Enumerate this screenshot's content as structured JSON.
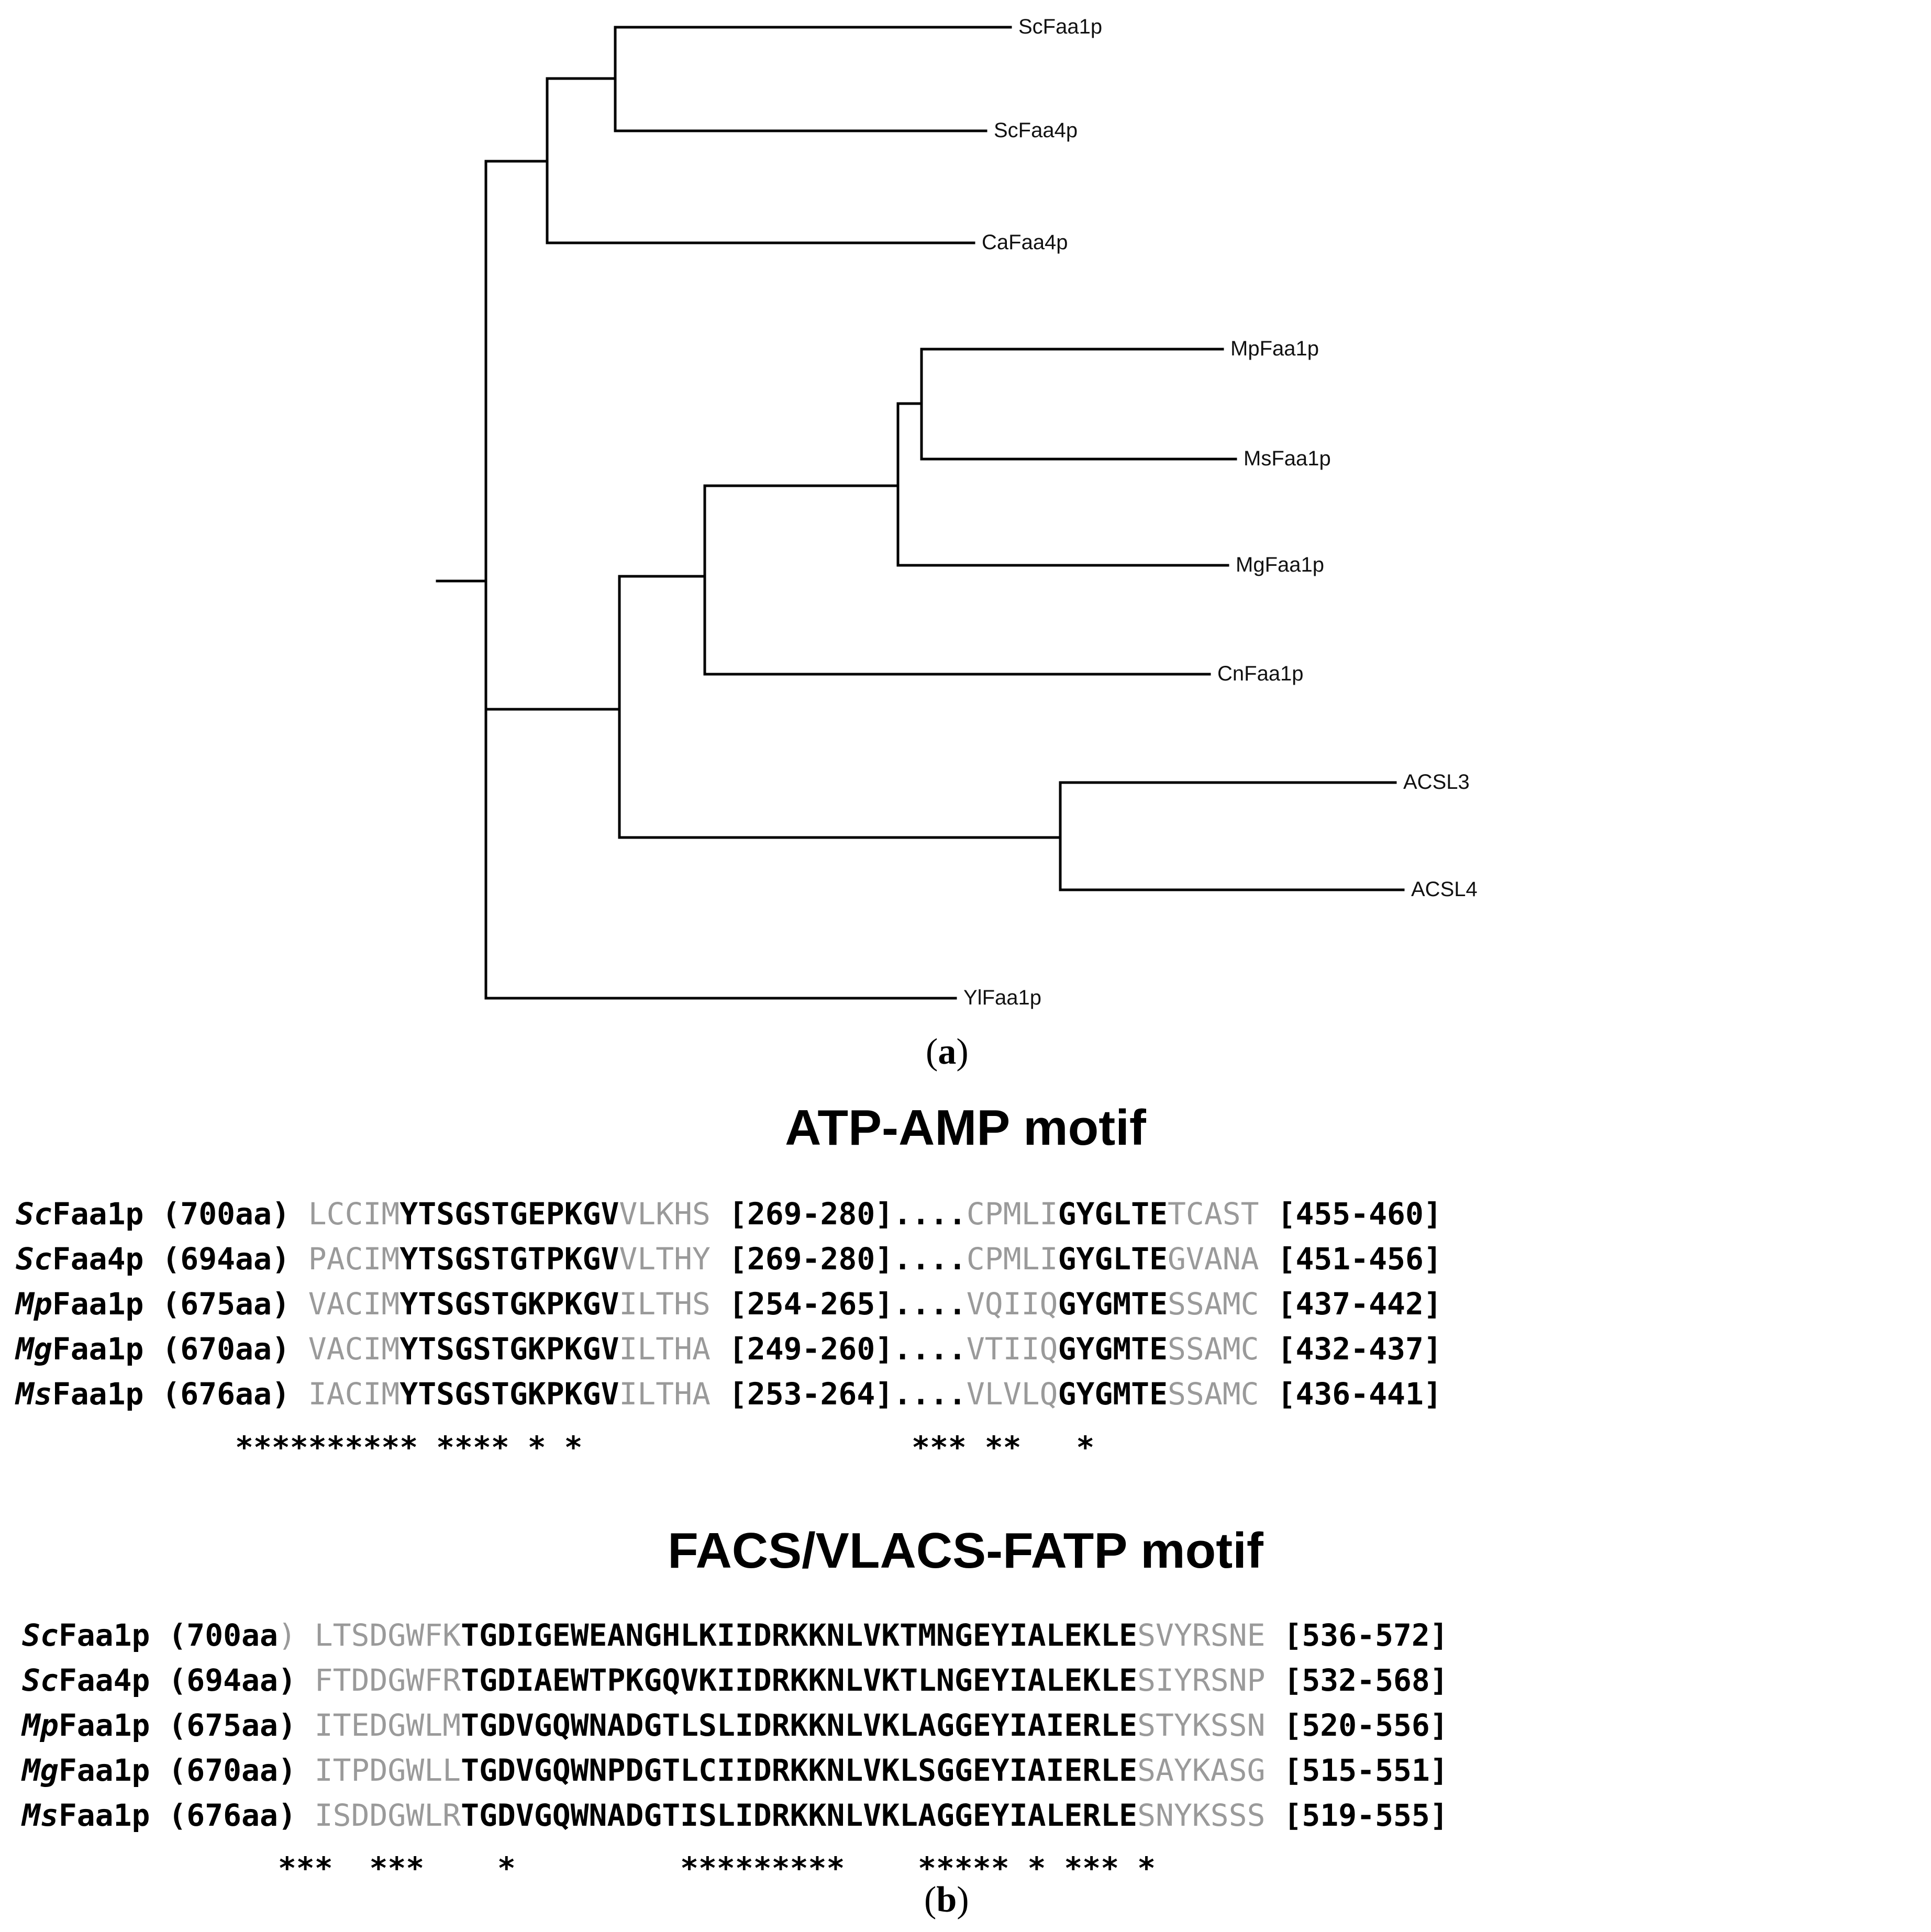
{
  "tree": {
    "leaves": [
      "ScFaa1p",
      "ScFaa4p",
      "CaFaa4p",
      "MpFaa1p",
      "MsFaa1p",
      "MgFaa1p",
      "CnFaa1p",
      "ACSL3",
      "ACSL4",
      "YlFaa1p"
    ]
  },
  "panel_a": {
    "open": "(",
    "letter": "a",
    "close": ")"
  },
  "panel_b": {
    "open": "(",
    "letter": "b",
    "close": ")"
  },
  "motif1": {
    "title": "ATP-AMP motif",
    "rows": [
      {
        "sp": "Sc",
        "gene": "Faa1p",
        "len": "(700aa)",
        "pre": "LCCIM",
        "core": "YTSGSTGEPKGV",
        "post": "VLKHS",
        "r1": "[269-280]",
        "dots": "....",
        "pre2": "CPMLI",
        "core2": "GYGLTE",
        "post2": "TCAST",
        "r2": "[455-460]"
      },
      {
        "sp": "Sc",
        "gene": "Faa4p",
        "len": "(694aa)",
        "pre": "PACIM",
        "core": "YTSGSTGTPKGV",
        "post": "VLTHY",
        "r1": "[269-280]",
        "dots": "....",
        "pre2": "CPMLI",
        "core2": "GYGLTE",
        "post2": "GVANA",
        "r2": "[451-456]"
      },
      {
        "sp": "Mp",
        "gene": "Faa1p",
        "len": "(675aa)",
        "pre": "VACIM",
        "core": "YTSGSTGKPKGV",
        "post": "ILTHS",
        "r1": "[254-265]",
        "dots": "....",
        "pre2": "VQIIQ",
        "core2": "GYGMTE",
        "post2": "SSAMC",
        "r2": "[437-442]"
      },
      {
        "sp": "Mg",
        "gene": "Faa1p",
        "len": "(670aa)",
        "pre": "VACIM",
        "core": "YTSGSTGKPKGV",
        "post": "ILTHA",
        "r1": "[249-260]",
        "dots": "....",
        "pre2": "VTIIQ",
        "core2": "GYGMTE",
        "post2": "SSAMC",
        "r2": "[432-437]"
      },
      {
        "sp": "Ms",
        "gene": "Faa1p",
        "len": "(676aa)",
        "pre": "IACIM",
        "core": "YTSGSTGKPKGV",
        "post": "ILTHA",
        "r1": "[253-264]",
        "dots": "....",
        "pre2": "VLVLQ",
        "core2": "GYGMTE",
        "post2": "SSAMC",
        "r2": "[436-441]"
      }
    ],
    "stars1": "********** **** * *",
    "stars2": "*** **   *"
  },
  "motif2": {
    "title": "FACS/VLACS-FATP motif",
    "rows": [
      {
        "sp": "Sc",
        "gene": "Faa1p",
        "len": "(700aa",
        "close": ")",
        "pre": "LTSDGWFK",
        "core": "TGDIGEWEANGHLKIIDRKKNLVKTMNGEYIALEKLE",
        "post": "SVYRSNE",
        "r": "[536-572]"
      },
      {
        "sp": "Sc",
        "gene": "Faa4p",
        "len": "(694aa",
        "close": ")",
        "pre": "FTDDGWFR",
        "core": "TGDIAEWTPKGQVKIIDRKKNLVKTLNGEYIALEKLE",
        "post": "SIYRSNP",
        "r": "[532-568]"
      },
      {
        "sp": "Mp",
        "gene": "Faa1p",
        "len": "(675aa",
        "close": ")",
        "pre": "ITEDGWLM",
        "core": "TGDVGQWNADGTLSLIDRKKNLVKLAGGEYIAIERLE",
        "post": "STYKSSN",
        "r": "[520-556]"
      },
      {
        "sp": "Mg",
        "gene": "Faa1p",
        "len": "(670aa",
        "close": ")",
        "pre": "ITPDGWLL",
        "core": "TGDVGQWNPDGTLCIIDRKKNLVKLSGGEYIAIERLE",
        "post": "SAYKASG",
        "r": "[515-551]"
      },
      {
        "sp": "Ms",
        "gene": "Faa1p",
        "len": "(676aa",
        "close": ")",
        "pre": "ISDDGWLR",
        "core": "TGDVGQWNADGTISLIDRKKNLVKLAGGEYIALERLE",
        "post": "SNYKSSS",
        "r": "[519-555]"
      }
    ],
    "stars": "***  ***    *         *********    ***** * *** *"
  }
}
